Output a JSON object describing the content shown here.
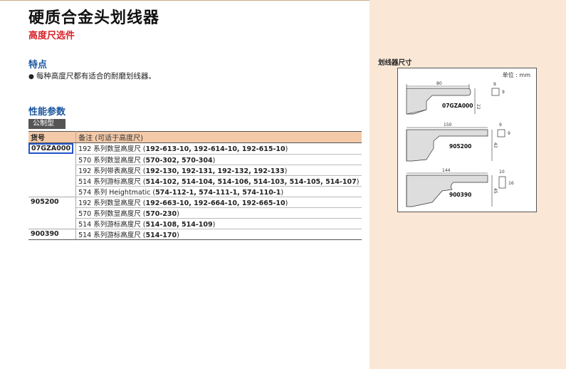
{
  "title": "硬质合金头划线器",
  "subtitle": "高度尺选件",
  "features": {
    "heading": "特点",
    "items": [
      "每种高度尺都有适合的耐磨划线器。"
    ]
  },
  "specs": {
    "heading": "性能参数",
    "tag": "公制型",
    "header": {
      "col1": "货号",
      "col2": "备注 (可适于高度尺)"
    },
    "rows": [
      {
        "code": "07GZA000",
        "prefix": "192 系列数显高度尺 (",
        "models": "192-613-10, 192-614-10, 192-615-10",
        "suffix": ")"
      },
      {
        "code": "",
        "prefix": "570 系列数显高度尺 (",
        "models": "570-302, 570-304",
        "suffix": ")"
      },
      {
        "code": "",
        "prefix": "192 系列带表高度尺 (",
        "models": "192-130, 192-131, 192-132, 192-133",
        "suffix": ")"
      },
      {
        "code": "",
        "prefix": "514 系列游标高度尺 (",
        "models": "514-102, 514-104, 514-106, 514-103, 514-105, 514-107",
        "suffix": ")"
      },
      {
        "code": "",
        "prefix": "574 系列 Heightmatic (",
        "models": "574-112-1, 574-111-1, 574-110-1",
        "suffix": ")"
      },
      {
        "code": "905200",
        "prefix": "192 系列数显高度尺 (",
        "models": "192-663-10, 192-664-10, 192-665-10",
        "suffix": ")"
      },
      {
        "code": "",
        "prefix": "570 系列数显高度尺 (",
        "models": "570-230",
        "suffix": ")"
      },
      {
        "code": "",
        "prefix": "514 系列游标高度尺 (",
        "models": "514-108, 514-109",
        "suffix": ")"
      },
      {
        "code": "900390",
        "prefix": "514 系列游标高度尺 (",
        "models": "514-170",
        "suffix": ")"
      }
    ]
  },
  "diagram": {
    "label": "划线器尺寸",
    "unit": "单位 : mm",
    "parts": [
      {
        "code": "07GZA000",
        "length": "80",
        "height": "22",
        "side_w": "9",
        "side_h": "9"
      },
      {
        "code": "905200",
        "length": "150",
        "height": "42",
        "side_w": "9",
        "side_h": "9"
      },
      {
        "code": "900390",
        "length": "144",
        "height": "45",
        "side_w": "10",
        "side_h": "16"
      }
    ]
  }
}
